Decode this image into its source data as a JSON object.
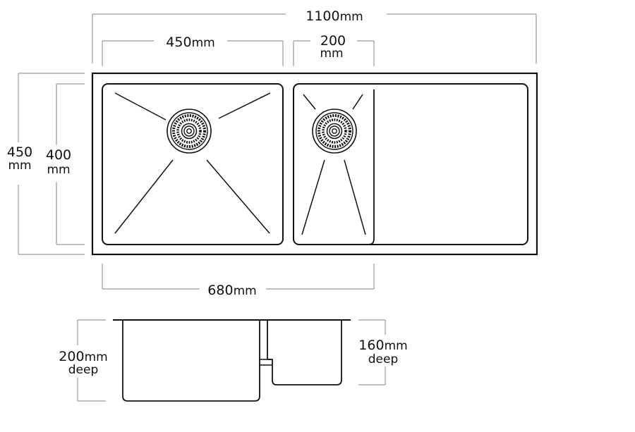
{
  "plan_view": {
    "overall_width": {
      "value": "1100",
      "unit": "mm"
    },
    "large_bowl_width": {
      "value": "450",
      "unit": "mm"
    },
    "small_bowl_width": {
      "value": "200",
      "unit": "mm"
    },
    "overall_depth": {
      "value": "450",
      "unit": "mm"
    },
    "bowl_depth": {
      "value": "400",
      "unit": "mm"
    },
    "bowls_span": {
      "value": "680",
      "unit": "mm"
    }
  },
  "section_view": {
    "large_bowl_depth": {
      "value": "200",
      "unit": "mm",
      "note": "deep"
    },
    "small_bowl_depth": {
      "value": "160",
      "unit": "mm",
      "note": "deep"
    }
  }
}
